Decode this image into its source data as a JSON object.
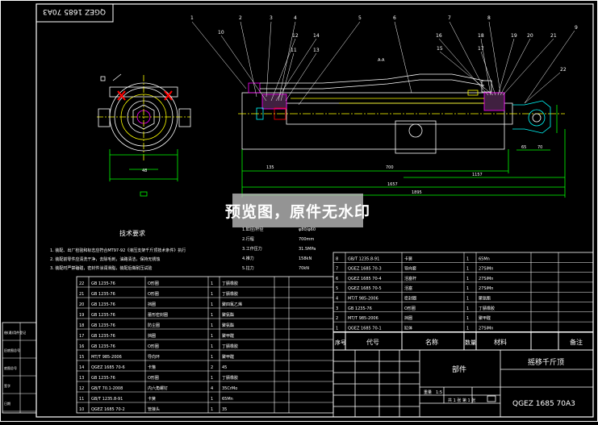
{
  "drawing": {
    "drawing_number": "QGEZ 1685 70A3",
    "drawing_number_inverted": "QGEZ 1685 70A3",
    "part_name": "摇移千斤顶",
    "assembly_label": "部件",
    "view_label": "A-A",
    "callouts_top": [
      "1",
      "2",
      "3",
      "4",
      "5",
      "6",
      "7",
      "8"
    ],
    "callouts_mid": [
      "10",
      "12",
      "14",
      "11",
      "13"
    ],
    "callouts_right_mid": [
      "16",
      "18",
      "15",
      "17",
      "19",
      "20",
      "21"
    ],
    "callouts_right": [
      "9",
      "22"
    ],
    "dims": {
      "d1": "135",
      "d2": "700",
      "d3": "1157",
      "d4": "1657",
      "d5": "1895",
      "d6": "65",
      "d7": "70",
      "d8": "48"
    }
  },
  "technical_requirements": {
    "title": "技术要求",
    "lines": [
      "1. 装配、出厂检验和标志应符合MT97-92《液压支架千斤顶技术条件》执行",
      "2. 装配前零件应清洗干净，去除毛刺，油路清洁，保持无锈蚀",
      "3. 装配时严禁磕碰，密封件涂润滑脂，装配后做耐压试验"
    ]
  },
  "parameters": [
    {
      "label": "1.缸径/杆径",
      "value": "φ80/φ60"
    },
    {
      "label": "2.行程",
      "value": "700mm"
    },
    {
      "label": "3.工作压力",
      "value": "31.5MPa"
    },
    {
      "label": "4.推力",
      "value": "158kN"
    },
    {
      "label": "5.拉力",
      "value": "70kN"
    }
  ],
  "bom_headers": {
    "seq": "序号",
    "code": "代号",
    "name": "名称",
    "qty": "数量",
    "material": "材料",
    "remark": "备注"
  },
  "bom_upper": [
    {
      "seq": "8",
      "code": "GB/T 1235.8-91",
      "name": "卡簧",
      "qty": "1",
      "material": "65Mn"
    },
    {
      "seq": "7",
      "code": "QGEZ 1685 70-3",
      "name": "导向套",
      "qty": "1",
      "material": "27SiMn"
    },
    {
      "seq": "6",
      "code": "QGEZ 1685 70-4",
      "name": "活塞杆",
      "qty": "1",
      "material": "27SiMn"
    },
    {
      "seq": "5",
      "code": "QGEZ 1685 70-5",
      "name": "活塞",
      "qty": "1",
      "material": "27SiMn"
    },
    {
      "seq": "4",
      "code": "MT/T 985-2006",
      "name": "密封圈",
      "qty": "1",
      "material": "聚氨酯"
    },
    {
      "seq": "3",
      "code": "GB 1235-76",
      "name": "O形圈",
      "qty": "1",
      "material": "丁腈橡胶"
    },
    {
      "seq": "2",
      "code": "MT/T 985-2006",
      "name": "挡圈",
      "qty": "1",
      "material": "聚甲醛"
    },
    {
      "seq": "1",
      "code": "QGEZ 1685 70-1",
      "name": "缸体",
      "qty": "1",
      "material": "27SiMn"
    }
  ],
  "bom_lower": [
    {
      "seq": "22",
      "code": "GB 1235-76",
      "name": "O形圈",
      "qty": "1",
      "material": "丁腈橡胶"
    },
    {
      "seq": "21",
      "code": "GB 1235-76",
      "name": "O形圈",
      "qty": "1",
      "material": "丁腈橡胶"
    },
    {
      "seq": "20",
      "code": "GB 1235-76",
      "name": "挡圈",
      "qty": "1",
      "material": "聚四氟乙烯"
    },
    {
      "seq": "19",
      "code": "GB 1235-76",
      "name": "蕾形密封圈",
      "qty": "1",
      "material": "聚氨酯"
    },
    {
      "seq": "18",
      "code": "GB 1235-76",
      "name": "防尘圈",
      "qty": "1",
      "material": "聚氨酯"
    },
    {
      "seq": "17",
      "code": "GB 1235-76",
      "name": "挡圈",
      "qty": "1",
      "material": "聚甲醛"
    },
    {
      "seq": "16",
      "code": "GB 1235-76",
      "name": "O形圈",
      "qty": "1",
      "material": "丁腈橡胶"
    },
    {
      "seq": "15",
      "code": "MT/T 985-2006",
      "name": "导向环",
      "qty": "1",
      "material": "聚甲醛"
    },
    {
      "seq": "14",
      "code": "QGEZ 1685 70-6",
      "name": "卡箍",
      "qty": "2",
      "material": "45"
    },
    {
      "seq": "13",
      "code": "GB 1235-76",
      "name": "O形圈",
      "qty": "1",
      "material": "丁腈橡胶"
    },
    {
      "seq": "12",
      "code": "GB/T 70.1-2008",
      "name": "内六角螺钉",
      "qty": "4",
      "material": "35CrMo"
    },
    {
      "seq": "11",
      "code": "GB/T 1235.8-91",
      "name": "卡簧",
      "qty": "1",
      "material": "65Mn"
    },
    {
      "seq": "10",
      "code": "QGEZ 1685 70-2",
      "name": "管接头",
      "qty": "1",
      "material": "35"
    }
  ],
  "left_strip": [
    "借(通)用件登记",
    "旧底图总号",
    "底图总号",
    "签字",
    "日期"
  ],
  "title_block": {
    "scale": "1:5",
    "sheet": "共 1 张 第 1 张",
    "weight": "重量"
  }
}
